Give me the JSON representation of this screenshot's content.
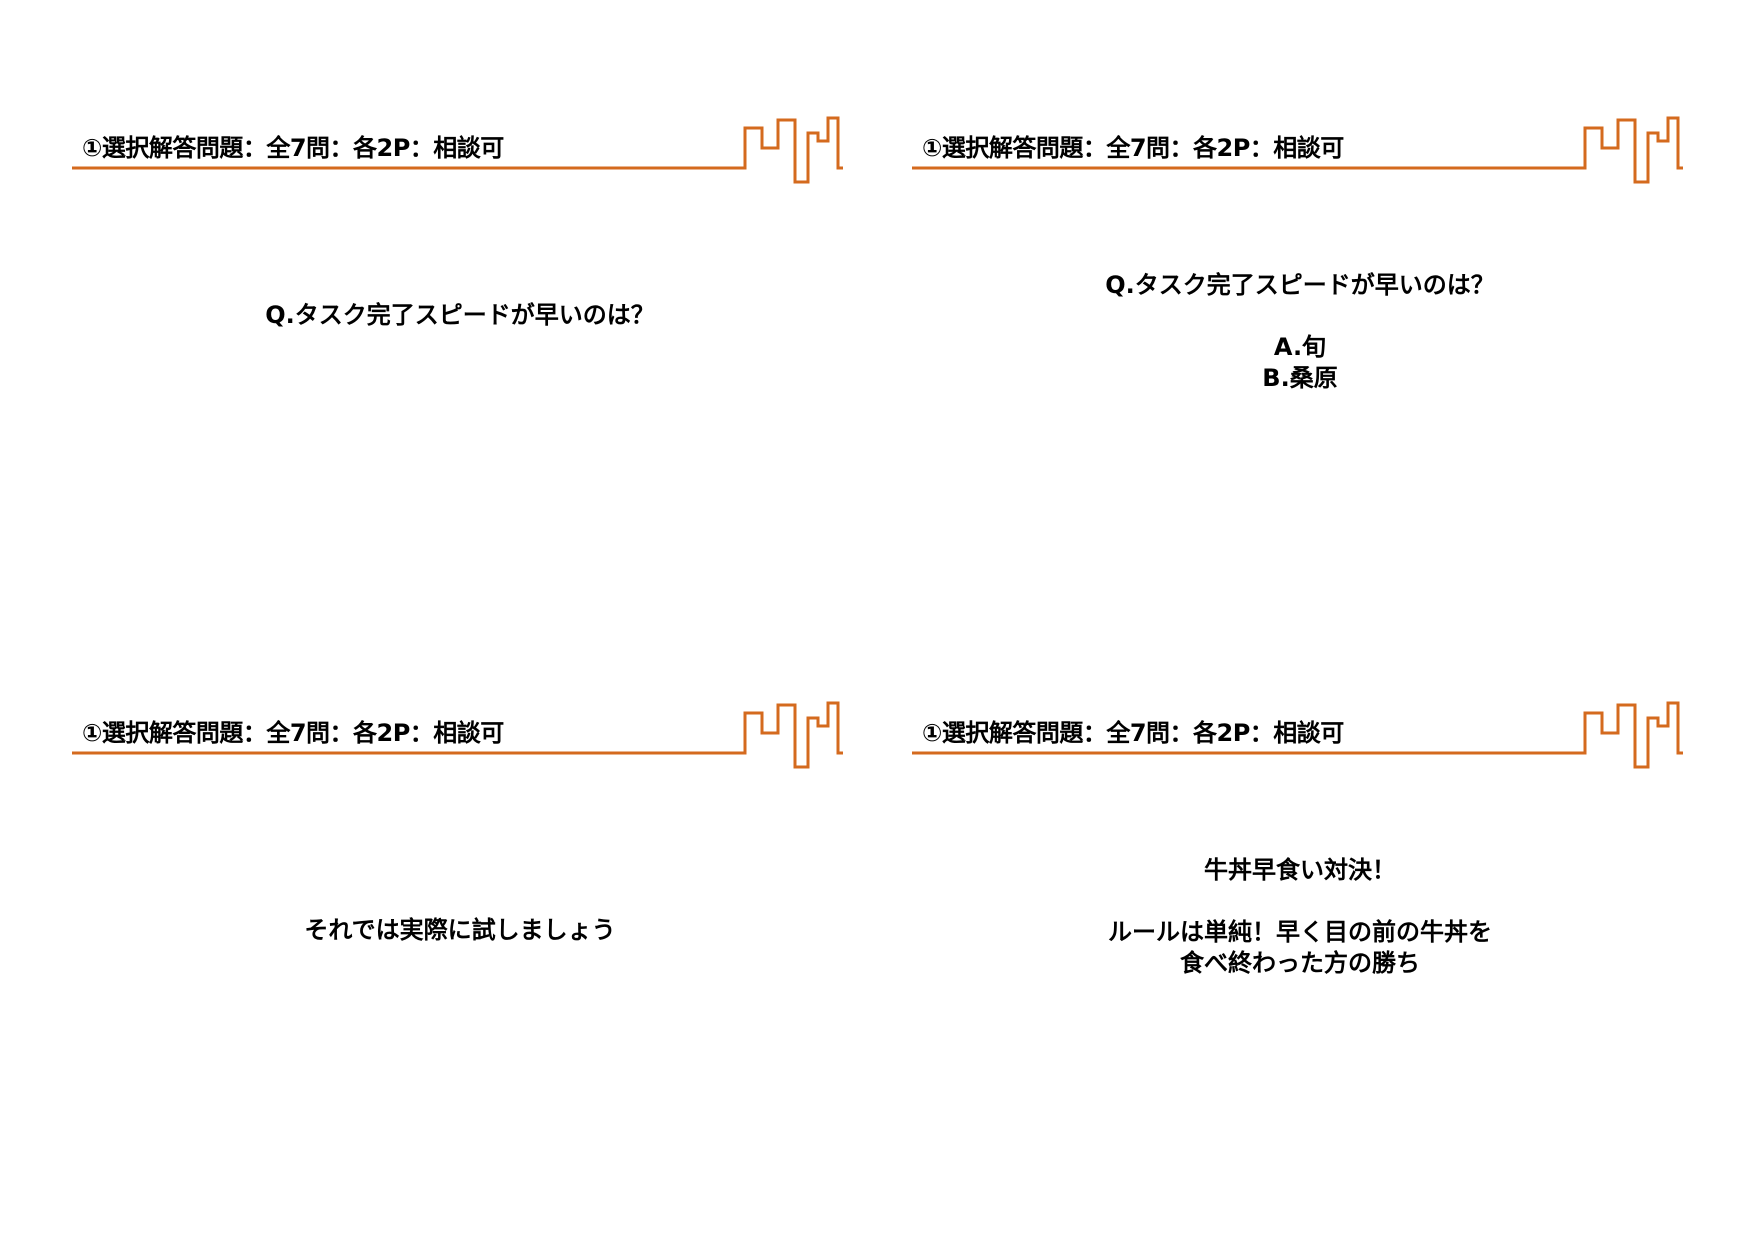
{
  "header_title": "①選択解答問題：全7問：各2P：相談可",
  "accent_color": "#D46A1E",
  "slides": [
    {
      "lines": [
        "Q.タスク完了スピードが早いのは？"
      ]
    },
    {
      "lines": [
        "Q.タスク完了スピードが早いのは？",
        "",
        "A.旬",
        "B.桑原"
      ]
    },
    {
      "lines": [
        "それでは実際に試しましょう"
      ]
    },
    {
      "lines": [
        "牛丼早食い対決！",
        "",
        "ルールは単純！早く目の前の牛丼を",
        "食べ終わった方の勝ち"
      ]
    }
  ]
}
